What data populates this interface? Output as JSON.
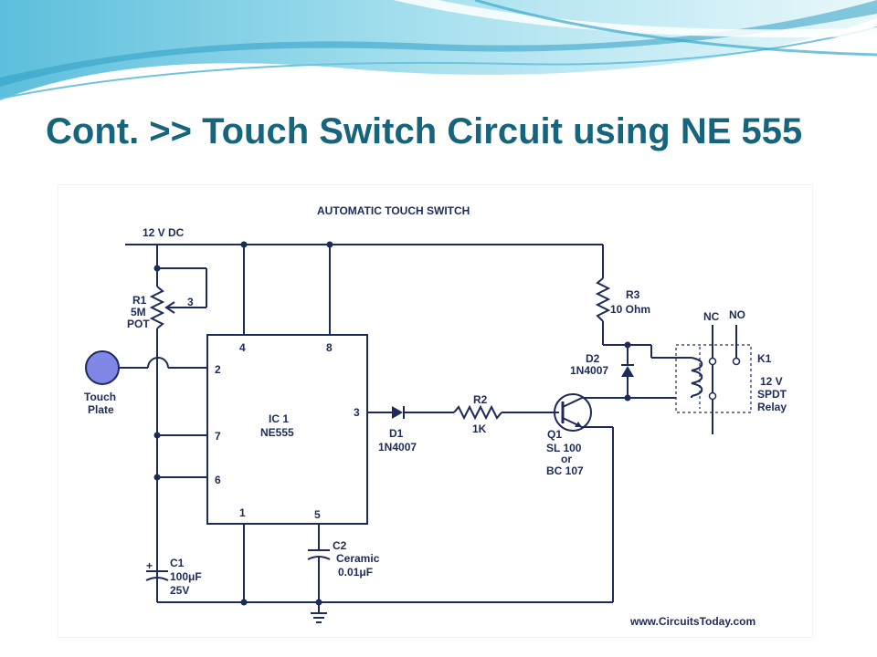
{
  "slide": {
    "title": "Cont. >> Touch Switch Circuit using NE 555"
  },
  "colors": {
    "title": "#17657d",
    "wire": "#1c2b5a",
    "touch_plate": "#7f86e6",
    "wave_light": "#d8f1f7",
    "wave_mid": "#8fd3e8",
    "wave_dark": "#2f9fc4"
  },
  "diagram": {
    "title": "AUTOMATIC TOUCH SWITCH",
    "supply": "12 V DC",
    "touch_plate": [
      "Touch",
      "Plate"
    ],
    "r1": [
      "R1",
      "5M",
      "POT"
    ],
    "r1_wiper_pin": "3",
    "ic": {
      "name": [
        "IC 1",
        "NE555"
      ],
      "pins": {
        "p1": "1",
        "p2": "2",
        "p3": "3",
        "p4": "4",
        "p5": "5",
        "p6": "6",
        "p7": "7",
        "p8": "8"
      }
    },
    "c1": [
      "C1",
      "100μF",
      "25V"
    ],
    "c1_polarity": "+",
    "c2": [
      "C2",
      "Ceramic",
      "0.01μF"
    ],
    "d1": [
      "D1",
      "1N4007"
    ],
    "r2": [
      "R2",
      "1K"
    ],
    "q1": [
      "Q1",
      "SL 100",
      "or",
      "BC 107"
    ],
    "r3": [
      "R3",
      "10 Ohm"
    ],
    "d2": [
      "D2",
      "1N4007"
    ],
    "relay_contacts": {
      "nc": "NC",
      "no": "NO"
    },
    "k1": [
      "K1",
      "12 V",
      "SPDT",
      "Relay"
    ],
    "watermark": "www.CircuitsToday.com"
  }
}
